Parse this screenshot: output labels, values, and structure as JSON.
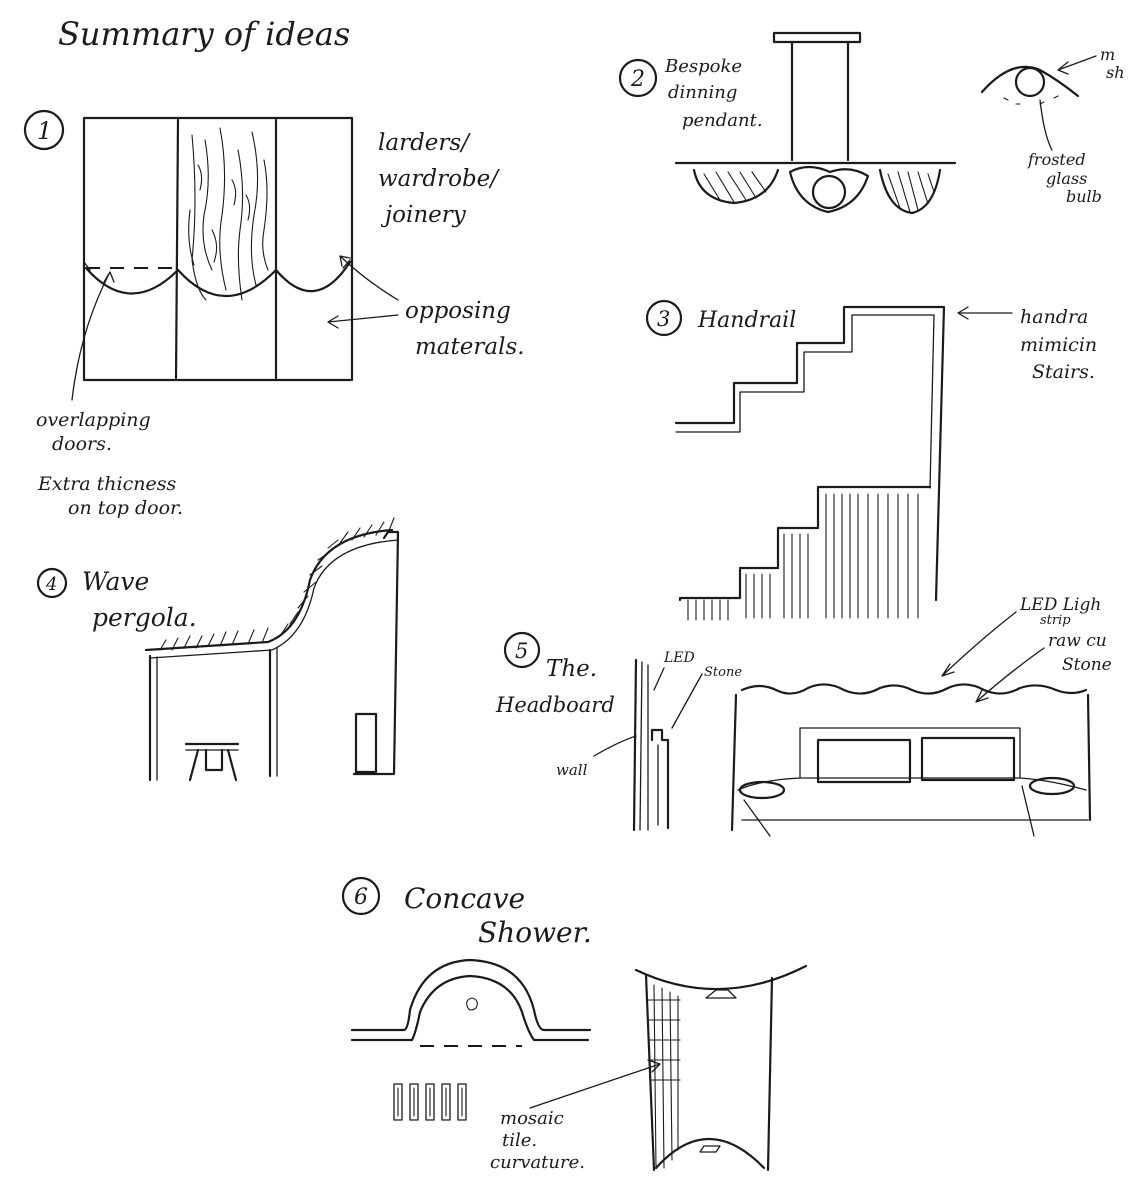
{
  "sheet": {
    "title": "Summary of ideas"
  },
  "sketches": {
    "joinery": {
      "number": "1",
      "caption_lines": [
        "larders/",
        "wardrobe/",
        "joinery"
      ],
      "note_materials_lines": [
        "opposing",
        "materals."
      ],
      "note_doors_lines": [
        "overlapping",
        "doors.",
        "Extra thicness",
        "on top door."
      ]
    },
    "pendant": {
      "number": "2",
      "caption_lines": [
        "Bespoke",
        "dinning",
        "pendant."
      ],
      "note_shade_lines": [
        "m",
        "sh"
      ],
      "note_bulb_lines": [
        "frosted",
        "glass",
        "bulb"
      ]
    },
    "handrail": {
      "number": "3",
      "caption": "Handrail",
      "note_lines": [
        "handra",
        "mimicin",
        "Stairs."
      ]
    },
    "pergola": {
      "number": "4",
      "caption_lines": [
        "Wave",
        "pergola."
      ]
    },
    "headboard": {
      "number": "5",
      "caption_lines": [
        "The.",
        "Headboard"
      ],
      "label_led": "LED",
      "label_stone": "Stone",
      "label_wall": "wall",
      "note_strip_lines": [
        "LED Ligh",
        "strip"
      ],
      "note_stone_lines": [
        "raw cu",
        "Stone"
      ]
    },
    "shower": {
      "number": "6",
      "caption_lines": [
        "Concave",
        "Shower."
      ],
      "note_tile_lines": [
        "mosaic",
        "tile.",
        "curvature."
      ]
    }
  }
}
